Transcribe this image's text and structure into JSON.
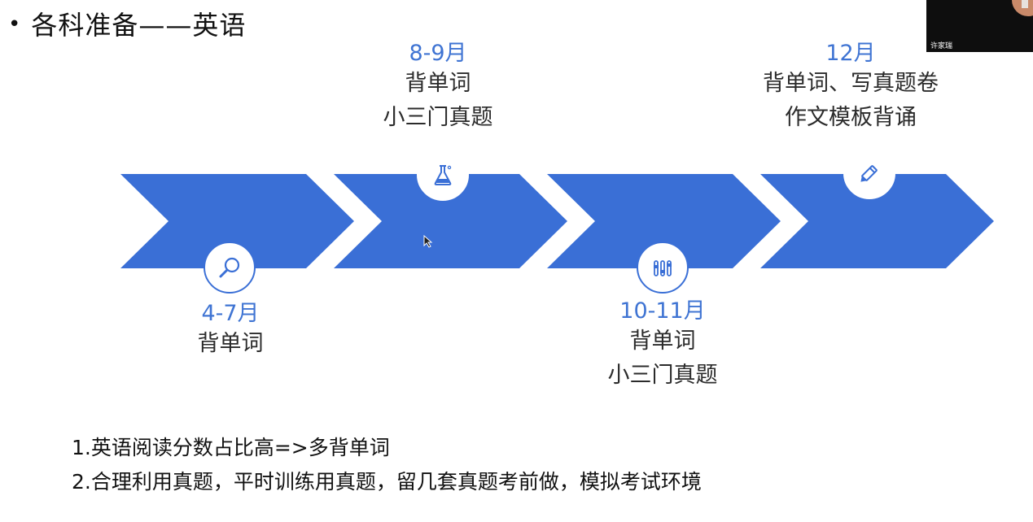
{
  "slide": {
    "bullet": "•",
    "title": "各科准备——英语"
  },
  "timeline": [
    {
      "month": "4-7月",
      "lines": [
        "背单词"
      ],
      "icon": "magnifier-icon"
    },
    {
      "month": "8-9月",
      "lines": [
        "背单词",
        "小三门真题"
      ],
      "icon": "flask-icon"
    },
    {
      "month": "10-11月",
      "lines": [
        "背单词",
        "小三门真题"
      ],
      "icon": "sliders-icon"
    },
    {
      "month": "12月",
      "lines": [
        "背单词、写真题卷",
        "作文模板背诵"
      ],
      "icon": "pencil-icon"
    }
  ],
  "notes": [
    "1.英语阅读分数占比高=>多背单词",
    "2.合理利用真题，平时训练用真题，留几套真题考前做，模拟考试环境"
  ],
  "webcam": {
    "participant_name": "许家瑞"
  },
  "colors": {
    "chevron": "#3a6fd6",
    "month_text": "#3f74d3"
  }
}
